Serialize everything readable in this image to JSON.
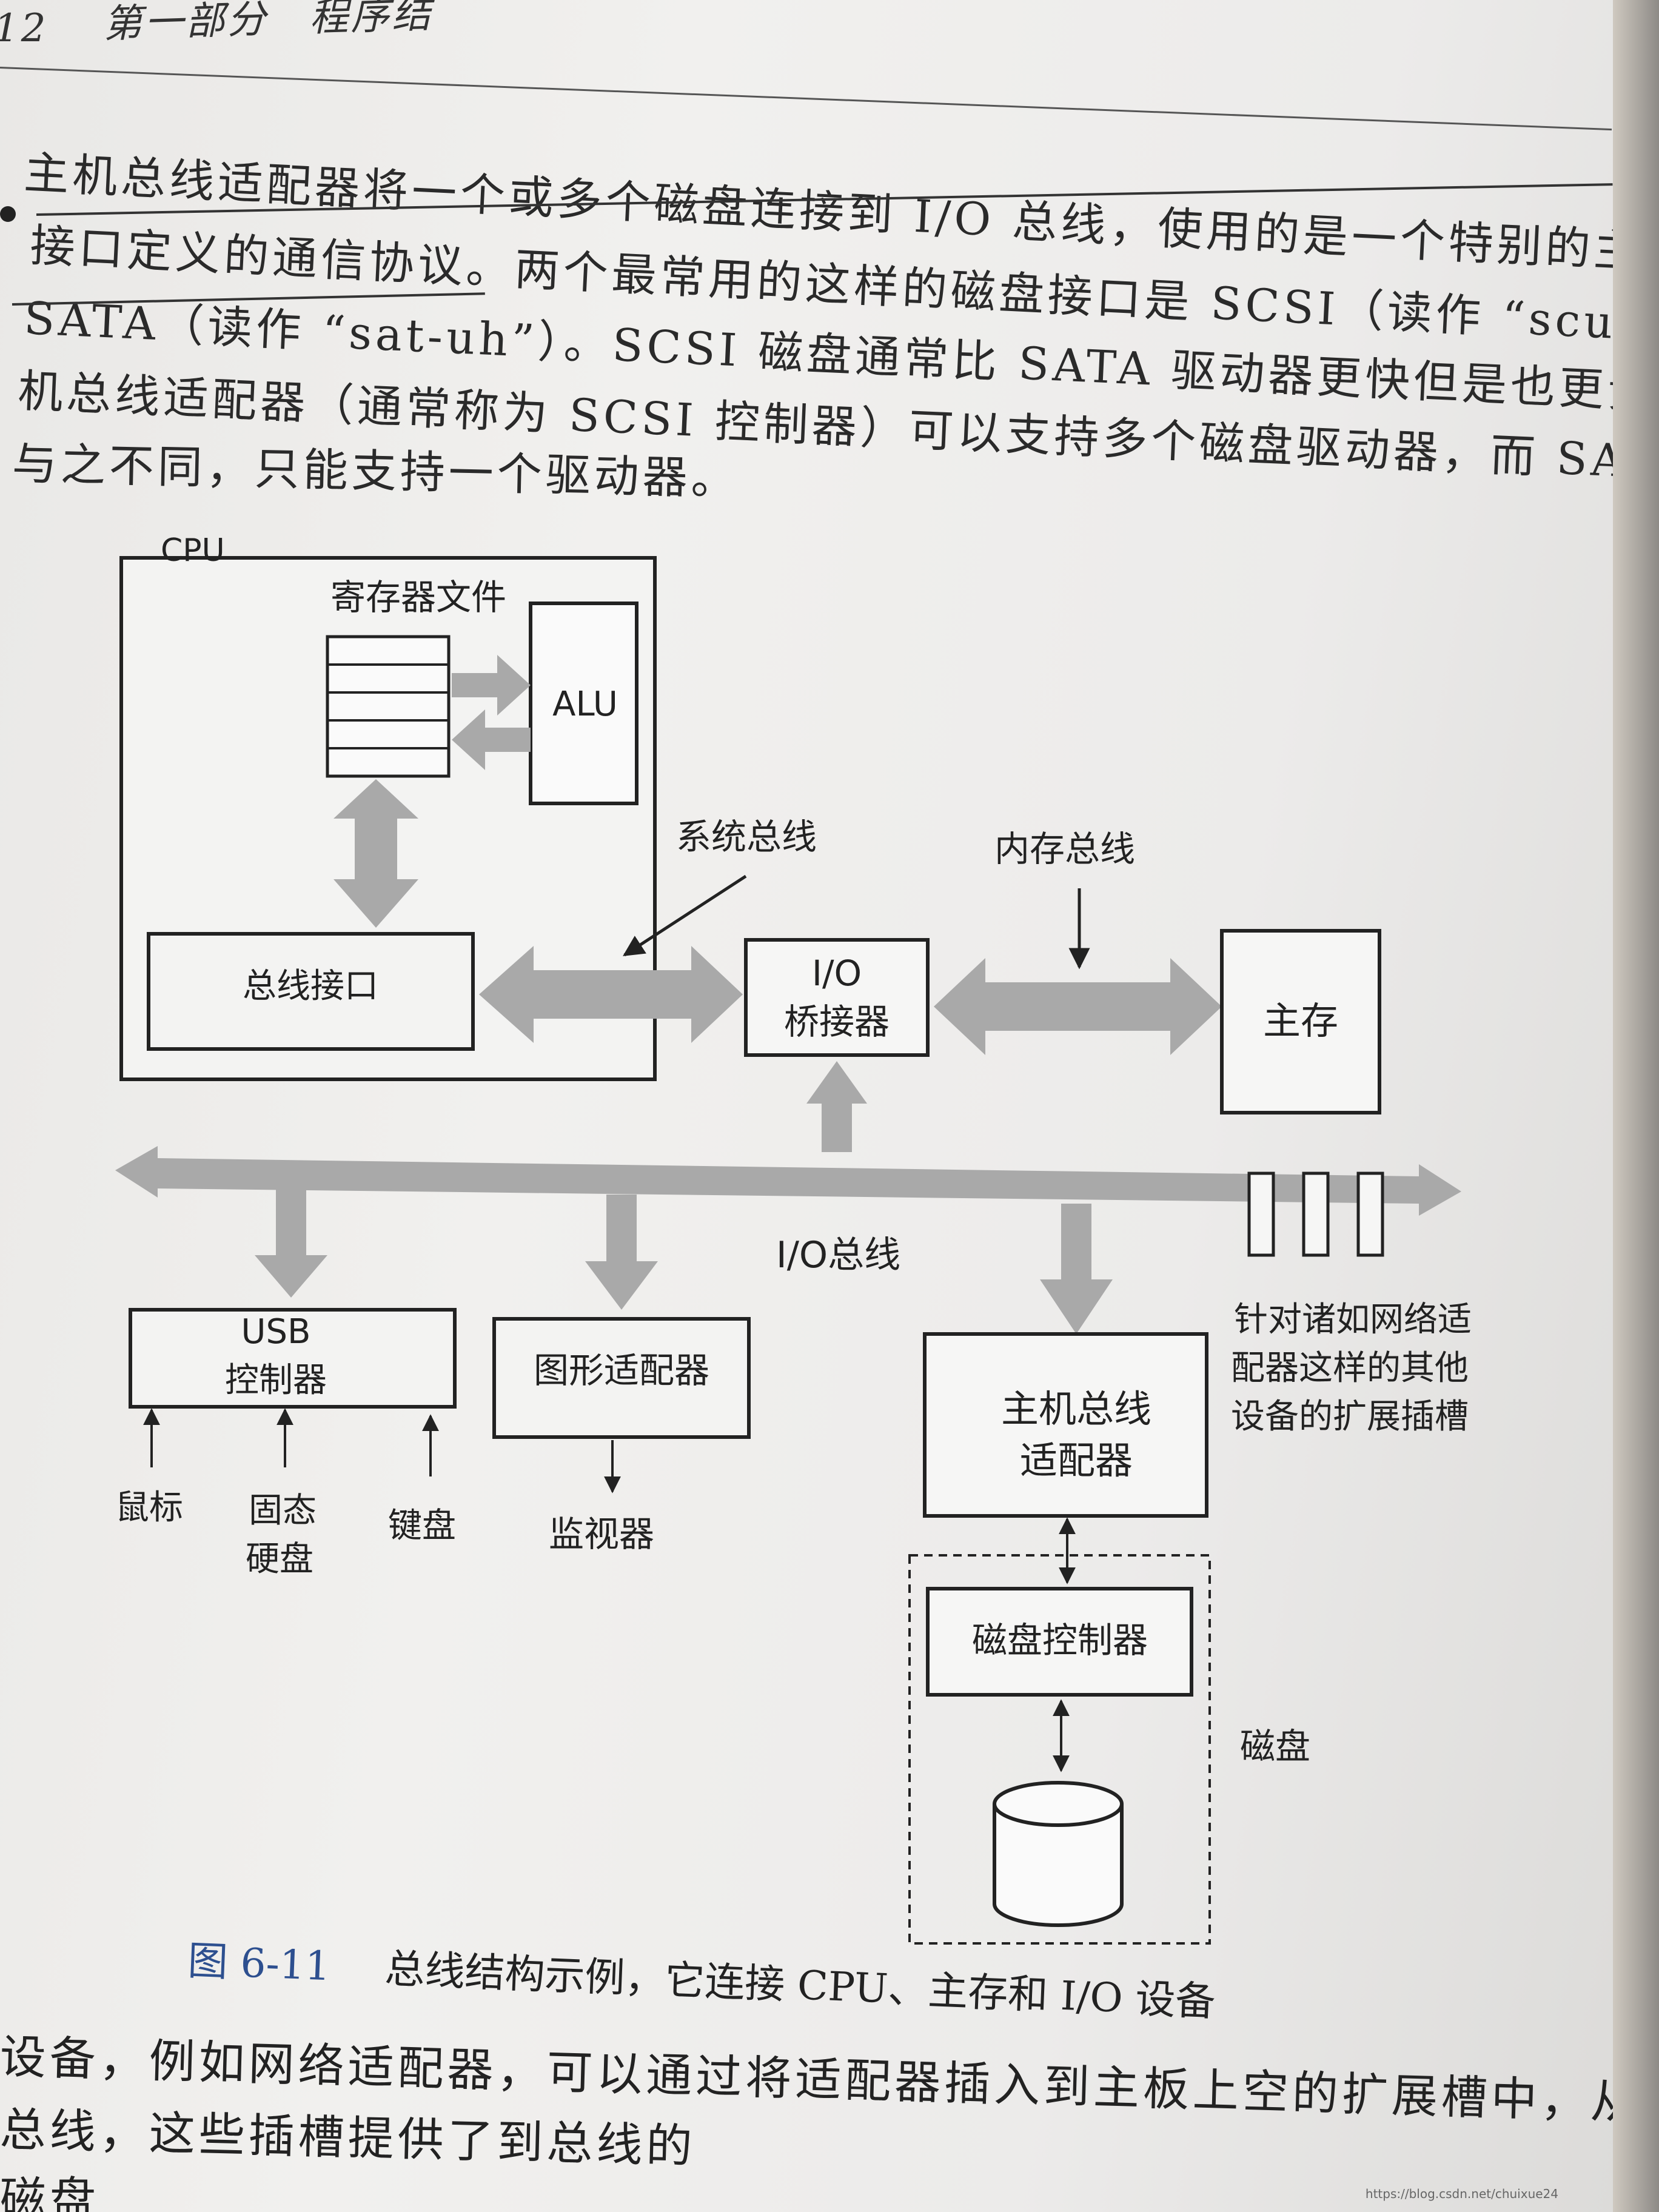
{
  "header": {
    "page_number": "12",
    "title": "第一部分　程序结"
  },
  "intro": {
    "lines": [
      "主机总线适配器将一个或多个磁盘连接到 I/O 总线，使用的是一个特别的主机总线",
      "接口定义的通信协议。两个最常用的这样的磁盘接口是 SCSI（读作 “scuzzy”）和",
      "SATA（读作 “sat-uh”）。SCSI 磁盘通常比 SATA 驱动器更快但是也更贵。SCSI 主",
      "机总线适配器（通常称为 SCSI 控制器）可以支持多个磁盘驱动器，而 SATA 适配器",
      "与之不同，只能支持一个驱动器。"
    ]
  },
  "diagram": {
    "cpu_label": "CPU",
    "register_file_label": "寄存器文件",
    "alu_label": "ALU",
    "bus_interface_label": "总线接口",
    "system_bus_label": "系统总线",
    "memory_bus_label": "内存总线",
    "io_bridge_line1": "I/O",
    "io_bridge_line2": "桥接器",
    "main_memory_label": "主存",
    "io_bus_label": "I/O总线",
    "usb_line1": "USB",
    "usb_line2": "控制器",
    "graphics_adapter_label": "图形适配器",
    "host_bus_adapter_line1": "主机总线",
    "host_bus_adapter_line2": "适配器",
    "disk_controller_label": "磁盘控制器",
    "disk_label": "磁盘",
    "expansion_slots_line1": "针对诸如网络适",
    "expansion_slots_line2": "配器这样的其他",
    "expansion_slots_line3": "设备的扩展插槽",
    "mouse_label": "鼠标",
    "ssd_line1": "固态",
    "ssd_line2": "硬盘",
    "keyboard_label": "键盘",
    "monitor_label": "监视器"
  },
  "caption": {
    "figure": "图 6-11",
    "text": "总线结构示例，它连接 CPU、主存和 I/O 设备"
  },
  "outro": {
    "lines": [
      "设备，例如网络适配器，可以通过将适配器插入到主板上空的扩展槽中，从而",
      "总线，这些插槽提供了到总线的",
      "磁盘"
    ]
  },
  "watermark": "https://blog.csdn.net/chuixue24"
}
